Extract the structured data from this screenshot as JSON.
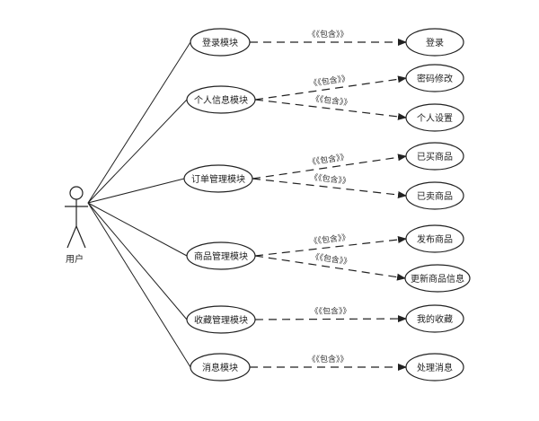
{
  "actor": {
    "label": "用户"
  },
  "modules": [
    {
      "id": "login",
      "label": "登录模块"
    },
    {
      "id": "profile",
      "label": "个人信息模块"
    },
    {
      "id": "order",
      "label": "订单管理模块"
    },
    {
      "id": "goods",
      "label": "商品管理模块"
    },
    {
      "id": "fav",
      "label": "收藏管理模块"
    },
    {
      "id": "msg",
      "label": "消息模块"
    }
  ],
  "features": [
    {
      "id": "f-login",
      "label": "登录"
    },
    {
      "id": "f-password",
      "label": "密码修改"
    },
    {
      "id": "f-settings",
      "label": "个人设置"
    },
    {
      "id": "f-bought",
      "label": "已买商品"
    },
    {
      "id": "f-sold",
      "label": "已卖商品"
    },
    {
      "id": "f-publish",
      "label": "发布商品"
    },
    {
      "id": "f-update",
      "label": "更新商品信息"
    },
    {
      "id": "f-fav",
      "label": "我的收藏"
    },
    {
      "id": "f-msg",
      "label": "处理消息"
    }
  ],
  "include_label": "《《包含》》",
  "relations": [
    {
      "from": "login",
      "to": "f-login"
    },
    {
      "from": "profile",
      "to": "f-password"
    },
    {
      "from": "profile",
      "to": "f-settings"
    },
    {
      "from": "order",
      "to": "f-bought"
    },
    {
      "from": "order",
      "to": "f-sold"
    },
    {
      "from": "goods",
      "to": "f-publish"
    },
    {
      "from": "goods",
      "to": "f-update"
    },
    {
      "from": "fav",
      "to": "f-fav"
    },
    {
      "from": "msg",
      "to": "f-msg"
    }
  ]
}
